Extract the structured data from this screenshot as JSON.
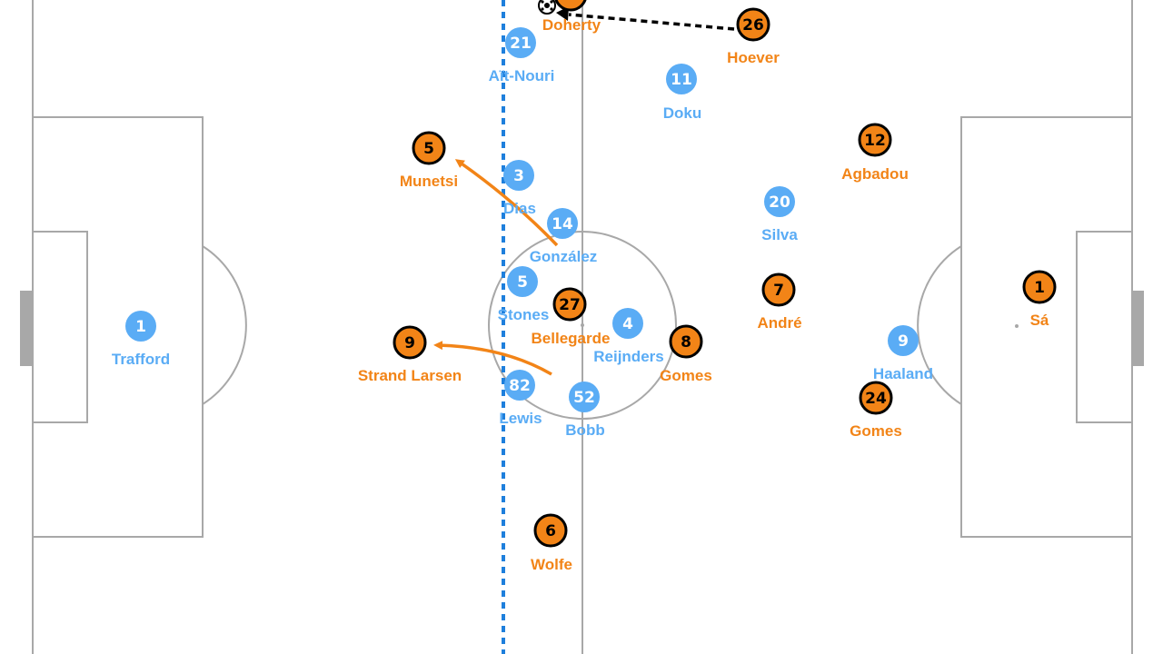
{
  "colors": {
    "home": "#5aacf5",
    "away": "#f28417",
    "away_border": "#000000",
    "pitch_lines": "#a8a8a8",
    "offside_line": "#1e7fdc",
    "pass_line": "#000000"
  },
  "icons": {
    "ball": "football-icon"
  },
  "home_players": [
    {
      "number": "1",
      "name": "Trafford"
    },
    {
      "number": "21",
      "name": "Aït-Nouri"
    },
    {
      "number": "11",
      "name": "Doku"
    },
    {
      "number": "3",
      "name": "Dias"
    },
    {
      "number": "14",
      "name": "González"
    },
    {
      "number": "20",
      "name": "Silva"
    },
    {
      "number": "5",
      "name": "Stones"
    },
    {
      "number": "4",
      "name": "Reijnders"
    },
    {
      "number": "82",
      "name": "Lewis"
    },
    {
      "number": "52",
      "name": "Bobb"
    },
    {
      "number": "9",
      "name": "Haaland"
    }
  ],
  "away_players": [
    {
      "number": "",
      "name": "Doherty"
    },
    {
      "number": "26",
      "name": "Hoever"
    },
    {
      "number": "5",
      "name": "Munetsi"
    },
    {
      "number": "12",
      "name": "Agbadou"
    },
    {
      "number": "27",
      "name": "Bellegarde"
    },
    {
      "number": "8",
      "name": "Gomes"
    },
    {
      "number": "7",
      "name": "André"
    },
    {
      "number": "1",
      "name": "Sá"
    },
    {
      "number": "9",
      "name": "Strand Larsen"
    },
    {
      "number": "24",
      "name": "Gomes"
    },
    {
      "number": "6",
      "name": "Wolfe"
    }
  ]
}
